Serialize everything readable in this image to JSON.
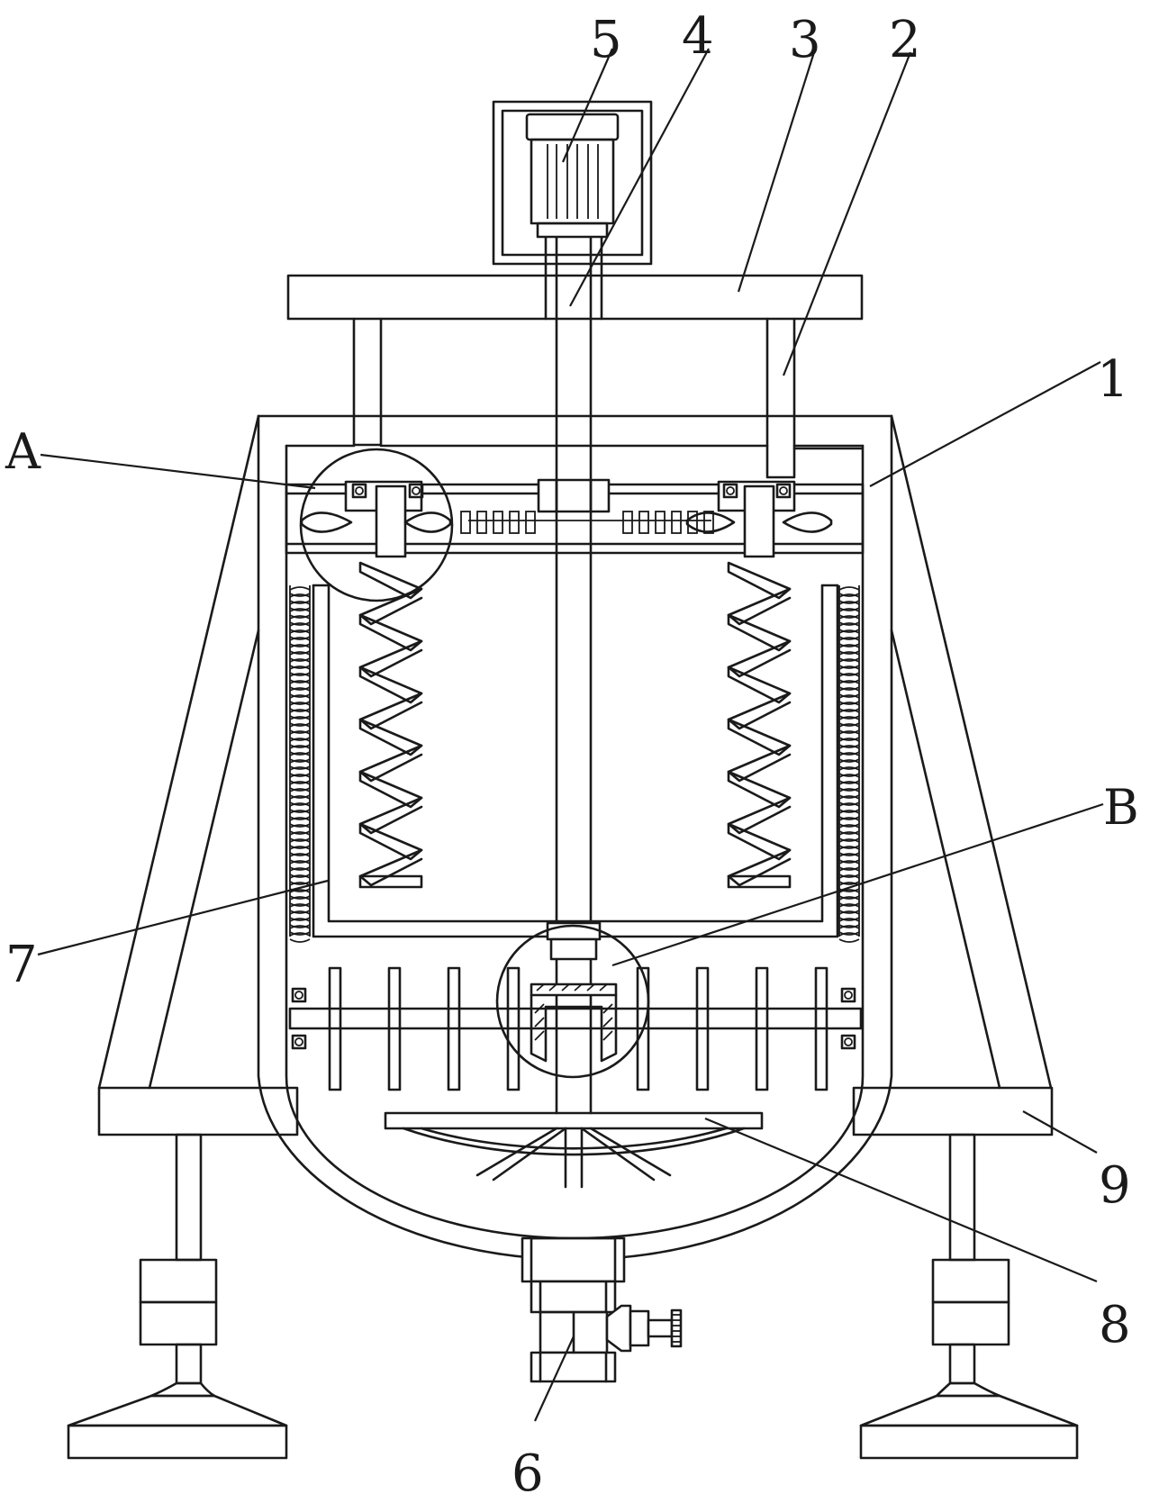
{
  "labels": {
    "l1": "1",
    "l2": "2",
    "l3": "3",
    "l4": "4",
    "l5": "5",
    "l6": "6",
    "l7": "7",
    "l8": "8",
    "l9": "9",
    "lA": "A",
    "lB": "B"
  }
}
